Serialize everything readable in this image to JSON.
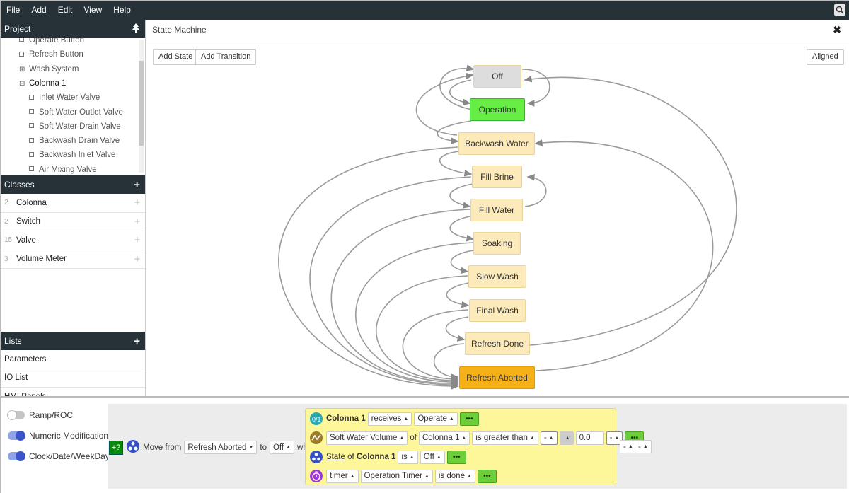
{
  "menubar": {
    "items": [
      "File",
      "Add",
      "Edit",
      "View",
      "Help"
    ]
  },
  "project": {
    "title": "Project",
    "items": [
      {
        "label": "Operate Button",
        "type": "leaf",
        "level": 0
      },
      {
        "label": "Refresh Button",
        "type": "leaf",
        "level": 0
      },
      {
        "label": "Wash System",
        "type": "collapsed",
        "level": 0
      },
      {
        "label": "Colonna 1",
        "type": "expanded",
        "level": 0
      },
      {
        "label": "Inlet Water Valve",
        "type": "leaf",
        "level": 1
      },
      {
        "label": "Soft Water Outlet Valve",
        "type": "leaf",
        "level": 1
      },
      {
        "label": "Soft Water Drain Valve",
        "type": "leaf",
        "level": 1
      },
      {
        "label": "Backwash Drain Valve",
        "type": "leaf",
        "level": 1
      },
      {
        "label": "Backwash Inlet Valve",
        "type": "leaf",
        "level": 1
      },
      {
        "label": "Air Mixing Valve",
        "type": "leaf",
        "level": 1
      }
    ]
  },
  "classes": {
    "title": "Classes",
    "items": [
      {
        "count": "2",
        "label": "Colonna"
      },
      {
        "count": "2",
        "label": "Switch"
      },
      {
        "count": "15",
        "label": "Valve"
      },
      {
        "count": "3",
        "label": "Volume Meter"
      }
    ]
  },
  "lists": {
    "title": "Lists",
    "items": [
      "Parameters",
      "IO List",
      "HMI Panels"
    ]
  },
  "state_machine": {
    "title": "State Machine",
    "add_state": "Add State",
    "add_transition": "Add Transition",
    "aligned": "Aligned",
    "states": [
      "Off",
      "Operation",
      "Backwash Water",
      "Fill Brine",
      "Fill Water",
      "Soaking",
      "Slow Wash",
      "Final Wash",
      "Refresh Done",
      "Refresh Aborted"
    ],
    "colors": {
      "default": "#fdeabb",
      "off": "#dddddd",
      "operation": "#66ee44",
      "aborted": "#f7b118"
    }
  },
  "toggles": [
    {
      "label": "Ramp/ROC",
      "on": false
    },
    {
      "label": "Numeric Modification",
      "on": true
    },
    {
      "label": "Clock/Date/WeekDay",
      "on": true
    }
  ],
  "rule": {
    "add_icon": "+?",
    "move_from": "Move from",
    "from_state": "Refresh Aborted",
    "to": "to",
    "to_state": "Off",
    "when": "when",
    "c1": {
      "subject": "Colonna 1",
      "verb": "receives",
      "value": "Operate"
    },
    "c2": {
      "subject": "Soft Water Volume",
      "of": "of",
      "object": "Colonna 1",
      "op": "is greater than",
      "sign": "-",
      "num": "0.0",
      "unit": "-"
    },
    "c3": {
      "state_word": "State",
      "of": "of",
      "subject": "Colonna 1",
      "op": "is",
      "value": "Off"
    },
    "c4": {
      "type": "timer",
      "name": "Operation Timer",
      "op": "is done"
    },
    "more_label": "•••",
    "extra": [
      "-",
      "-"
    ]
  }
}
